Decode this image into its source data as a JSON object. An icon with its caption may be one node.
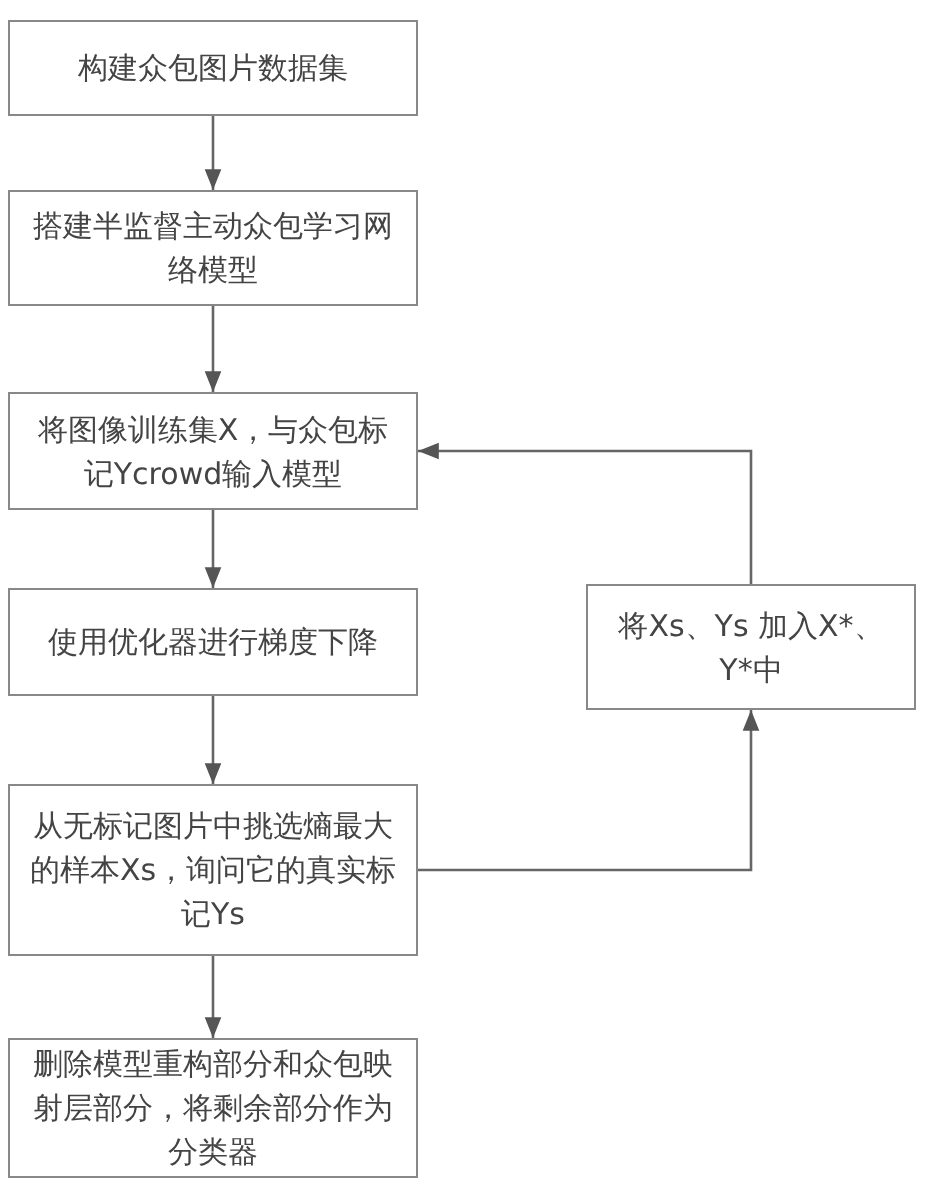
{
  "diagram": {
    "nodes": [
      {
        "text": [
          "构建众包图片数据集"
        ]
      },
      {
        "text": [
          "搭建半监督主动众包学习网络模型"
        ]
      },
      {
        "text": [
          "将图像训练集X，与众包标记Ycrowd输入模型"
        ]
      },
      {
        "text": [
          "使用优化器进行梯度下降"
        ]
      },
      {
        "text": [
          "从无标记图片中挑选熵最大的样本Xs，询问它的真实标记Ys"
        ]
      },
      {
        "text": [
          "删除模型重构部分和众包映射层部分，将剩余部分作为分类器"
        ]
      },
      {
        "text": [
          "将Xs、Ys 加入X*、Y*中"
        ]
      }
    ],
    "edges": [
      {
        "from": 0,
        "to": 1,
        "arrow": "to"
      },
      {
        "from": 1,
        "to": 2,
        "arrow": "to"
      },
      {
        "from": 2,
        "to": 3,
        "arrow": "to"
      },
      {
        "from": 3,
        "to": 4,
        "arrow": "to"
      },
      {
        "from": 4,
        "to": 5,
        "arrow": "to"
      },
      {
        "from": 4,
        "to": 6,
        "arrow": "to"
      },
      {
        "from": 6,
        "to": 2,
        "arrow": "to"
      }
    ]
  }
}
